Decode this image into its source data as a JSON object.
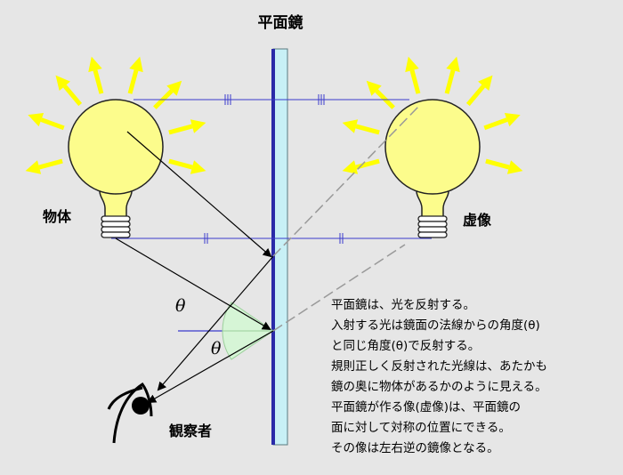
{
  "mirror_label": "平面鏡",
  "object_label": "物体",
  "virtual_image_label": "虚像",
  "observer_label": "観察者",
  "angle_symbol": "θ",
  "explanation": [
    "平面鏡は、光を反射する。",
    "入射する光は鏡面の法線からの角度(θ)",
    "と同じ角度(θ)で反射する。",
    "規則正しく反射された光線は、あたかも",
    "鏡の奥に物体があるかのように見える。",
    "平面鏡が作る像(虚像)は、平面鏡の",
    "面に対して対称の位置にできる。",
    "その像は左右逆の鏡像となる。"
  ],
  "colors": {
    "background": "#e6e6e6",
    "bulb": "#fcfc8c",
    "arrow": "#ffff00",
    "mirror_face": "#c8f0f6",
    "mirror_line": "#2a2aa8",
    "guide_line": "#3a3acc",
    "angle_fill": "#d6f5d6"
  },
  "icons": [
    "lightbulb-object-icon",
    "lightbulb-virtual-image-icon",
    "eye-icon"
  ]
}
